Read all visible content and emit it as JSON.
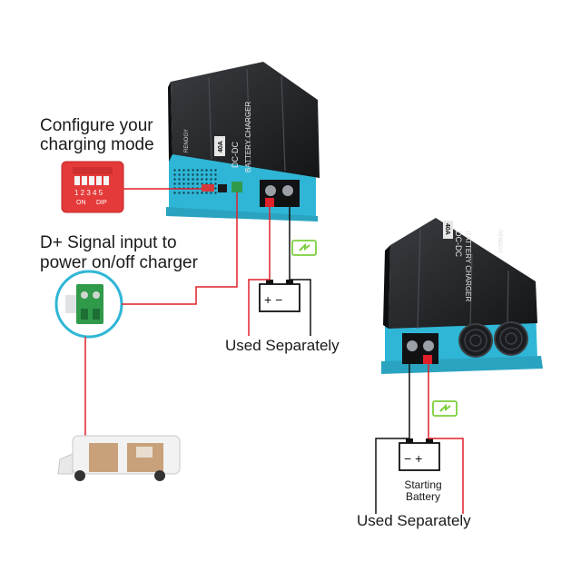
{
  "labels": {
    "configure_line1": "Configure your",
    "configure_line2": "charging mode",
    "dsignal_line1": "D+ Signal input to",
    "dsignal_line2": "power on/off charger",
    "used_separately_1": "Used Separately",
    "used_separately_2": "Used Separately",
    "starting_line1": "Starting",
    "starting_line2": "Battery"
  },
  "device1": {
    "brand": "RENOGY",
    "rating": "40A",
    "model_line1": "DC-DC",
    "model_line2": "BATTERY CHARGER"
  },
  "device2": {
    "brand": "RENOGY",
    "rating": "40A",
    "model_line1": "DC-DC",
    "model_line2": "BATTERY CHARGER"
  },
  "dip_switch": {
    "numbers": "1 2 3 4 5",
    "on_label": "ON",
    "dip_label": "DIP"
  },
  "batteries": {
    "house_terminals": "+ −",
    "starting_terminals": "− +"
  },
  "colors": {
    "housing_blue": "#2fb6d6",
    "body_black": "#1d1f22",
    "wire_red": "#e0202a",
    "wire_black": "#111111",
    "terminal_green": "#2f9a4a",
    "indicator_green": "#7ccf3c",
    "dip_red": "#e53a3a"
  },
  "icons": [
    "charging-indicator-icon",
    "battery-icon",
    "rv-icon"
  ]
}
